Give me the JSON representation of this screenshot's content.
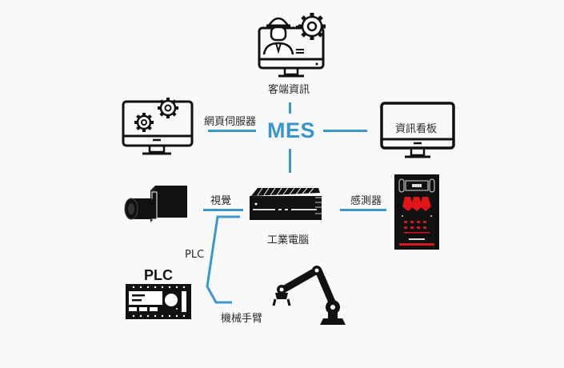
{
  "diagram": {
    "center": {
      "label": "MES",
      "color": "#3a94d0"
    },
    "connector_color": "#3d97cf",
    "nodes": {
      "client_info": {
        "label": "客端資訊",
        "icon": "engineer-monitor-gear-icon"
      },
      "web_server": {
        "label": "網頁伺服器",
        "icon": "monitor-gears-icon"
      },
      "info_board": {
        "label": "資訊看板",
        "icon": "monitor-icon"
      },
      "industrial_pc": {
        "label": "工業電腦",
        "icon": "industrial-pc-icon"
      },
      "vision": {
        "label": "視覺",
        "icon": "industrial-camera-icon"
      },
      "sensor": {
        "label": "感測器",
        "icon": "sensor-board-icon"
      },
      "plc_link": {
        "label": "PLC",
        "icon": "plc-icon",
        "device_text": "PLC"
      },
      "robot_arm": {
        "label": "機械手臂",
        "icon": "robot-arm-icon"
      }
    },
    "edges": [
      [
        "MES",
        "客端資訊"
      ],
      [
        "MES",
        "網頁伺服器"
      ],
      [
        "MES",
        "資訊看板"
      ],
      [
        "MES",
        "工業電腦"
      ],
      [
        "工業電腦",
        "視覺"
      ],
      [
        "工業電腦",
        "感測器"
      ],
      [
        "工業電腦",
        "PLC"
      ],
      [
        "工業電腦",
        "機械手臂"
      ]
    ]
  }
}
